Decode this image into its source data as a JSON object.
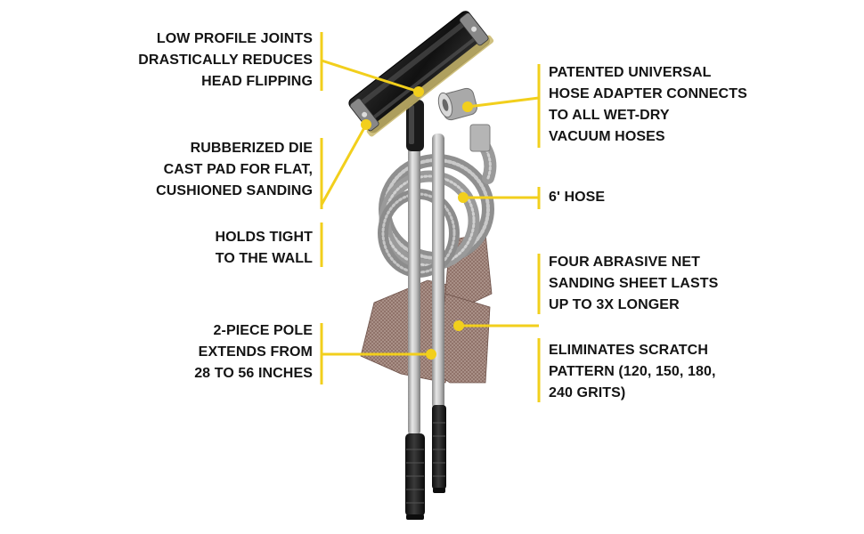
{
  "colors": {
    "accent_yellow": "#f2cf1c",
    "text": "#141414",
    "pole_silver": "#b8b8b8",
    "grip_black": "#1a1a1a",
    "hose_grey": "#a6a6a6",
    "sheet_brown": "#8a6a60"
  },
  "callouts": {
    "low_profile": {
      "lines": [
        "LOW PROFILE JOINTS",
        "DRASTICALLY REDUCES",
        "HEAD FLIPPING"
      ]
    },
    "rubberized": {
      "lines": [
        "RUBBERIZED DIE",
        "CAST PAD FOR FLAT,",
        "CUSHIONED SANDING"
      ]
    },
    "holds_tight": {
      "lines": [
        "HOLDS TIGHT",
        "TO THE WALL"
      ]
    },
    "two_piece": {
      "lines": [
        "2-PIECE POLE",
        "EXTENDS FROM",
        "28 TO 56 INCHES"
      ]
    },
    "hose_adapter": {
      "lines": [
        "PATENTED UNIVERSAL",
        "HOSE ADAPTER CONNECTS",
        "TO ALL WET-DRY",
        "VACUUM HOSES"
      ]
    },
    "hose": {
      "lines": [
        "6' HOSE"
      ]
    },
    "abrasive": {
      "lines": [
        "FOUR ABRASIVE NET",
        "SANDING SHEET LASTS",
        "UP TO 3X LONGER"
      ]
    },
    "scratch": {
      "lines": [
        "ELIMINATES SCRATCH",
        "PATTERN (120, 150, 180,",
        "240 GRITS)"
      ]
    }
  }
}
